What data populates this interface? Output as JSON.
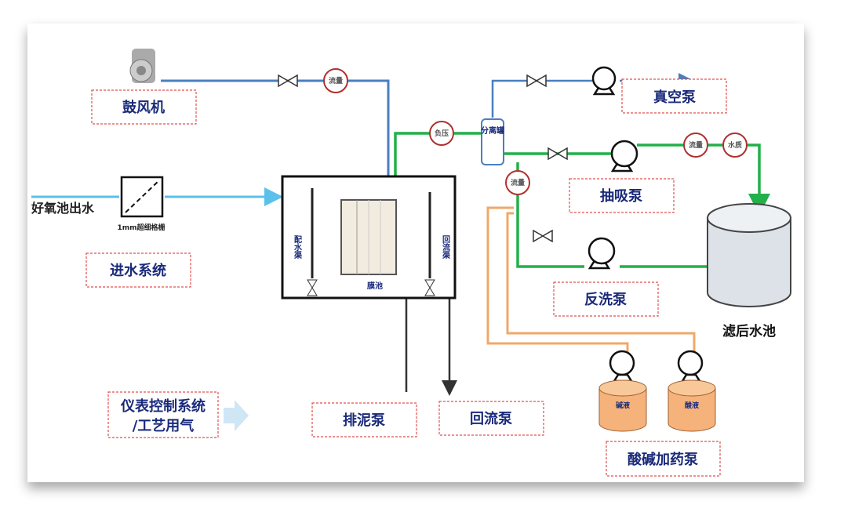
{
  "labels": {
    "blower": "鼓风机",
    "inlet_source": "好氧池出水",
    "screen": "1mm超细格栅",
    "inlet_system": "进水系统",
    "distribution_channel": "配水渠",
    "return_channel": "回流渠",
    "membrane_tank": "膜池",
    "vacuum_pump": "真空泵",
    "separator": "分离罐",
    "suction_pump": "抽吸泵",
    "backwash_pump": "反洗泵",
    "filtered_tank": "滤后水池",
    "sludge_pump": "排泥泵",
    "return_pump": "回流泵",
    "control_system_line1": "仪表控制系统",
    "control_system_line2": "/工艺用气",
    "chem_pump": "酸碱加药泵",
    "alkali": "碱液",
    "acid": "酸液"
  },
  "meters": {
    "flow": "流量",
    "pressure": "负压",
    "quality": "水质"
  },
  "colors": {
    "air": "#4a7fc0",
    "inlet": "#5bc0eb",
    "permeate": "#22b04a",
    "chemical": "#f0a868",
    "sludge": "#333333"
  }
}
